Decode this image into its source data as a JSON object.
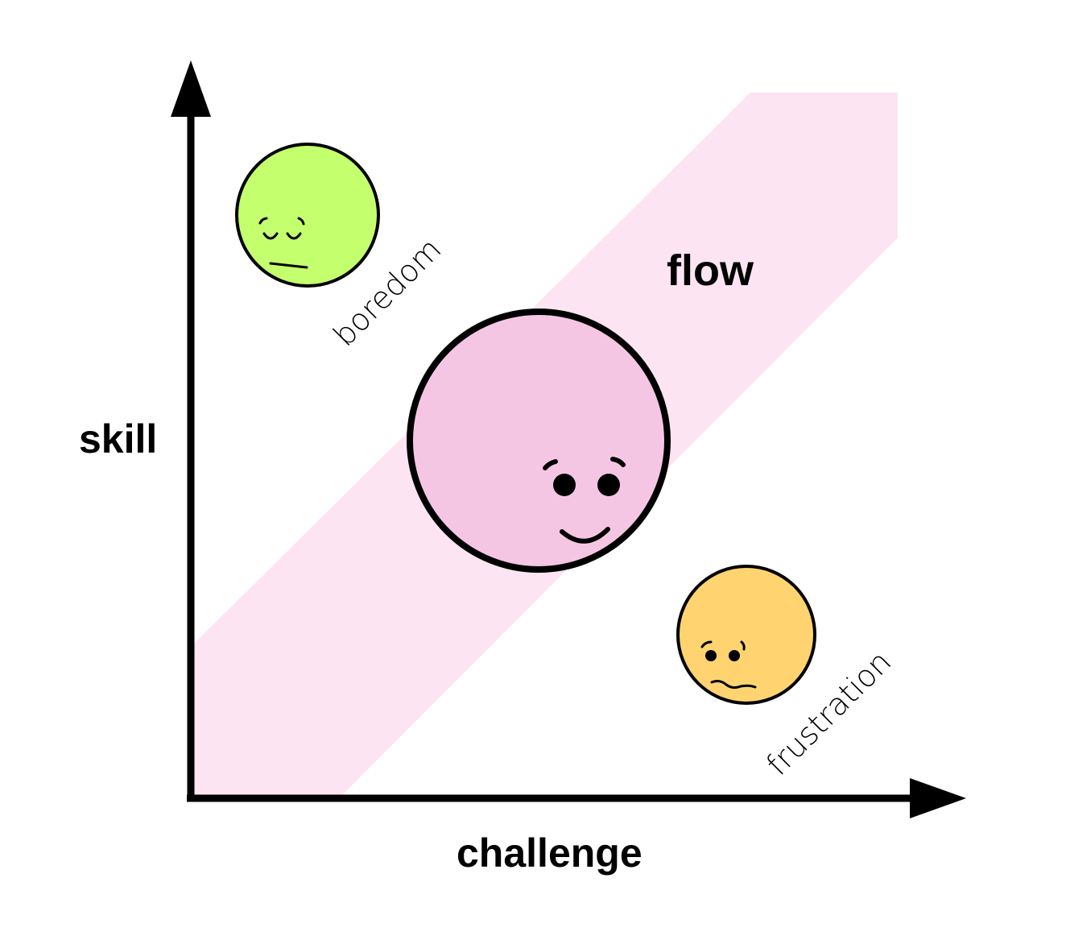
{
  "axes": {
    "x_label": "challenge",
    "y_label": "skill"
  },
  "zones": {
    "flow": "flow",
    "boredom": "boredom",
    "frustration": "frustration"
  },
  "colors": {
    "flow_band": "#fce4f2",
    "flow_face": "#f5c6e3",
    "boredom_face": "#c4ff6e",
    "frustration_face": "#ffd470",
    "outline": "#000000"
  },
  "faces": {
    "boredom": "sleepy-face-icon",
    "flow": "happy-face-icon",
    "frustration": "worried-face-icon"
  }
}
